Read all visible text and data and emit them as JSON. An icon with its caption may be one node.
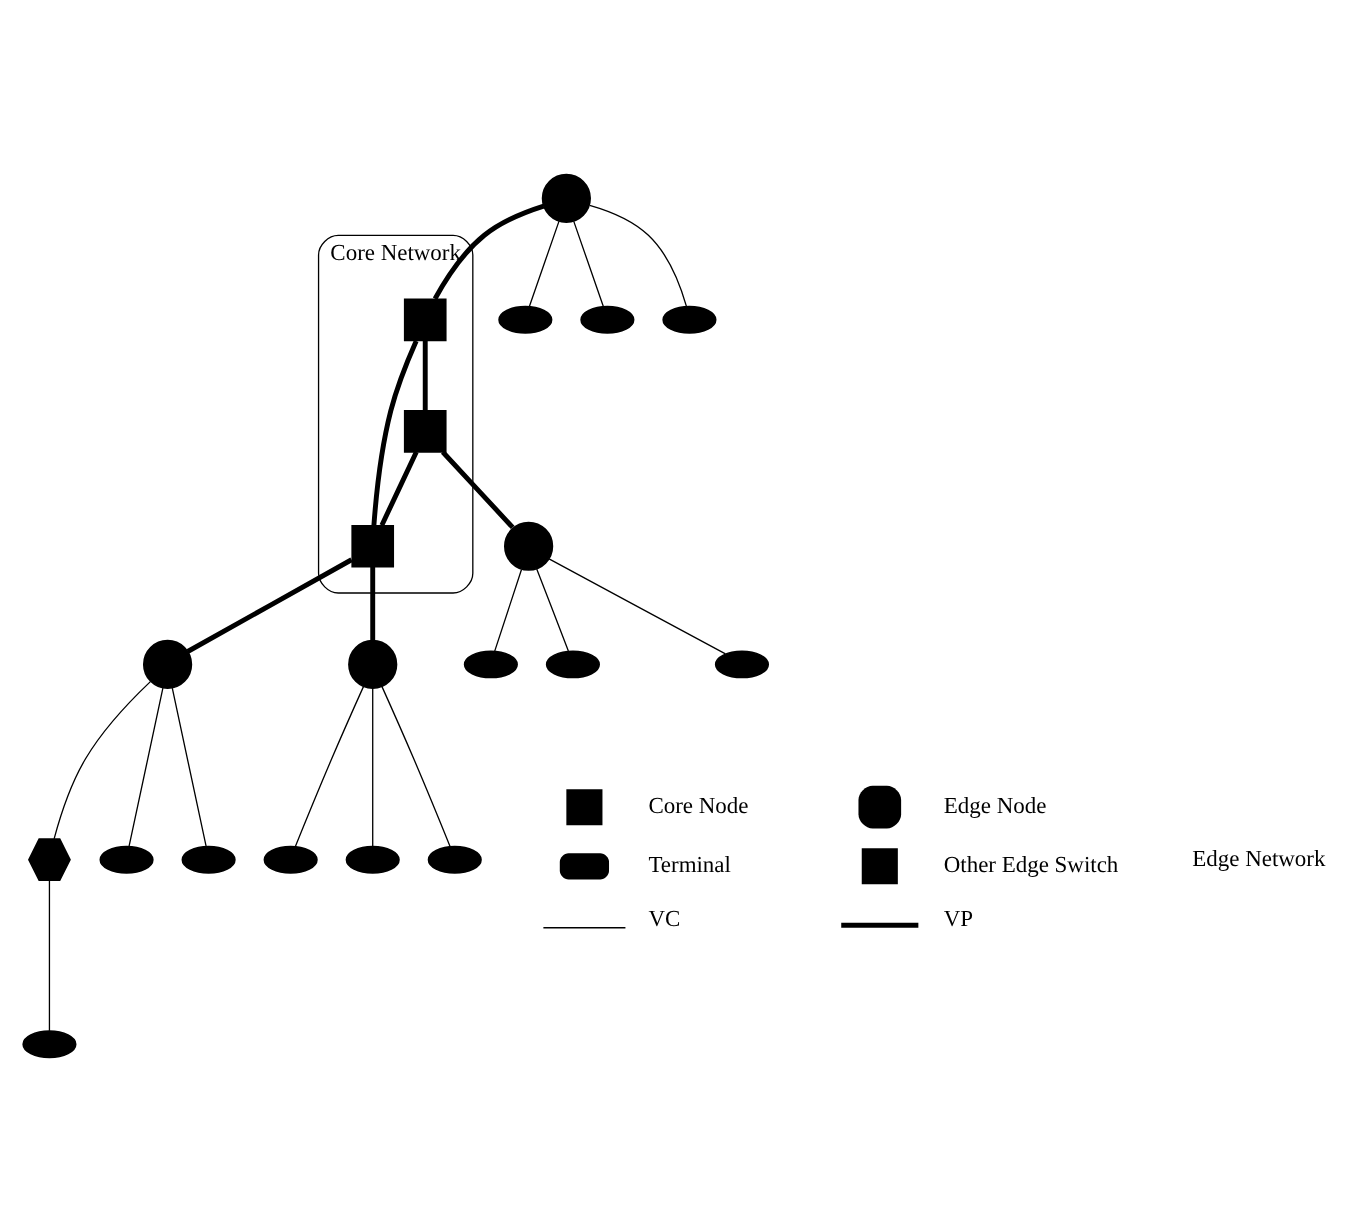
{
  "diagram": {
    "nodes": [
      {
        "text": [
          "Core Network"
        ]
      },
      {
        "text": [],
        "shape": "box",
        "in": 0
      },
      {
        "text": [],
        "shape": "box",
        "in": 0
      },
      {
        "text": [],
        "shape": "box",
        "in": 0
      },
      {
        "text": [],
        "shape": "circle"
      },
      {
        "text": [],
        "shape": "ellipse"
      },
      {
        "text": [],
        "shape": "ellipse"
      },
      {
        "text": [],
        "shape": "ellipse"
      },
      {
        "text": [],
        "shape": "circle"
      },
      {
        "text": [],
        "shape": "ellipse"
      },
      {
        "text": [],
        "shape": "ellipse"
      },
      {
        "text": [],
        "shape": "ellipse"
      },
      {
        "text": [],
        "shape": "circle"
      },
      {
        "text": [],
        "shape": "hexagon"
      },
      {
        "text": [],
        "shape": "ellipse"
      },
      {
        "text": [],
        "shape": "ellipse"
      },
      {
        "text": [],
        "shape": "ellipse"
      },
      {
        "text": [],
        "shape": "circle"
      },
      {
        "text": [],
        "shape": "ellipse"
      },
      {
        "text": [],
        "shape": "ellipse"
      },
      {
        "text": [],
        "shape": "ellipse"
      }
    ],
    "edges": [
      {
        "from": 4,
        "to": 5,
        "arrow": "none"
      },
      {
        "from": 4,
        "to": 6,
        "arrow": "none"
      },
      {
        "from": 4,
        "to": 7,
        "arrow": "none"
      },
      {
        "from": 4,
        "to": 1,
        "arrow": "none",
        "style": "thick"
      },
      {
        "from": 1,
        "to": 2,
        "arrow": "none",
        "style": "thick"
      },
      {
        "from": 1,
        "to": 3,
        "arrow": "none",
        "style": "thick"
      },
      {
        "from": 2,
        "to": 3,
        "arrow": "none",
        "style": "thick"
      },
      {
        "from": 2,
        "to": 8,
        "arrow": "none",
        "style": "thick"
      },
      {
        "from": 8,
        "to": 9,
        "arrow": "none"
      },
      {
        "from": 8,
        "to": 10,
        "arrow": "none"
      },
      {
        "from": 8,
        "to": 11,
        "arrow": "none"
      },
      {
        "from": 3,
        "to": 12,
        "arrow": "none",
        "style": "thick"
      },
      {
        "from": 12,
        "to": 13,
        "arrow": "none"
      },
      {
        "from": 13,
        "to": 14,
        "arrow": "none"
      },
      {
        "from": 12,
        "to": 15,
        "arrow": "none"
      },
      {
        "from": 12,
        "to": 16,
        "arrow": "none"
      },
      {
        "from": 3,
        "to": 17,
        "arrow": "none",
        "style": "thick"
      },
      {
        "from": 17,
        "to": 18,
        "arrow": "none"
      },
      {
        "from": 17,
        "to": 19,
        "arrow": "none"
      },
      {
        "from": 17,
        "to": 20,
        "arrow": "none"
      }
    ],
    "labels": [
      "Edge Network"
    ],
    "legend": [
      {
        "text": "Core Node"
      },
      {
        "text": "Edge Node"
      },
      {
        "text": "Terminal"
      },
      {
        "text": "Other Edge Switch"
      },
      {
        "text": "VC"
      },
      {
        "text": "VP"
      }
    ]
  }
}
